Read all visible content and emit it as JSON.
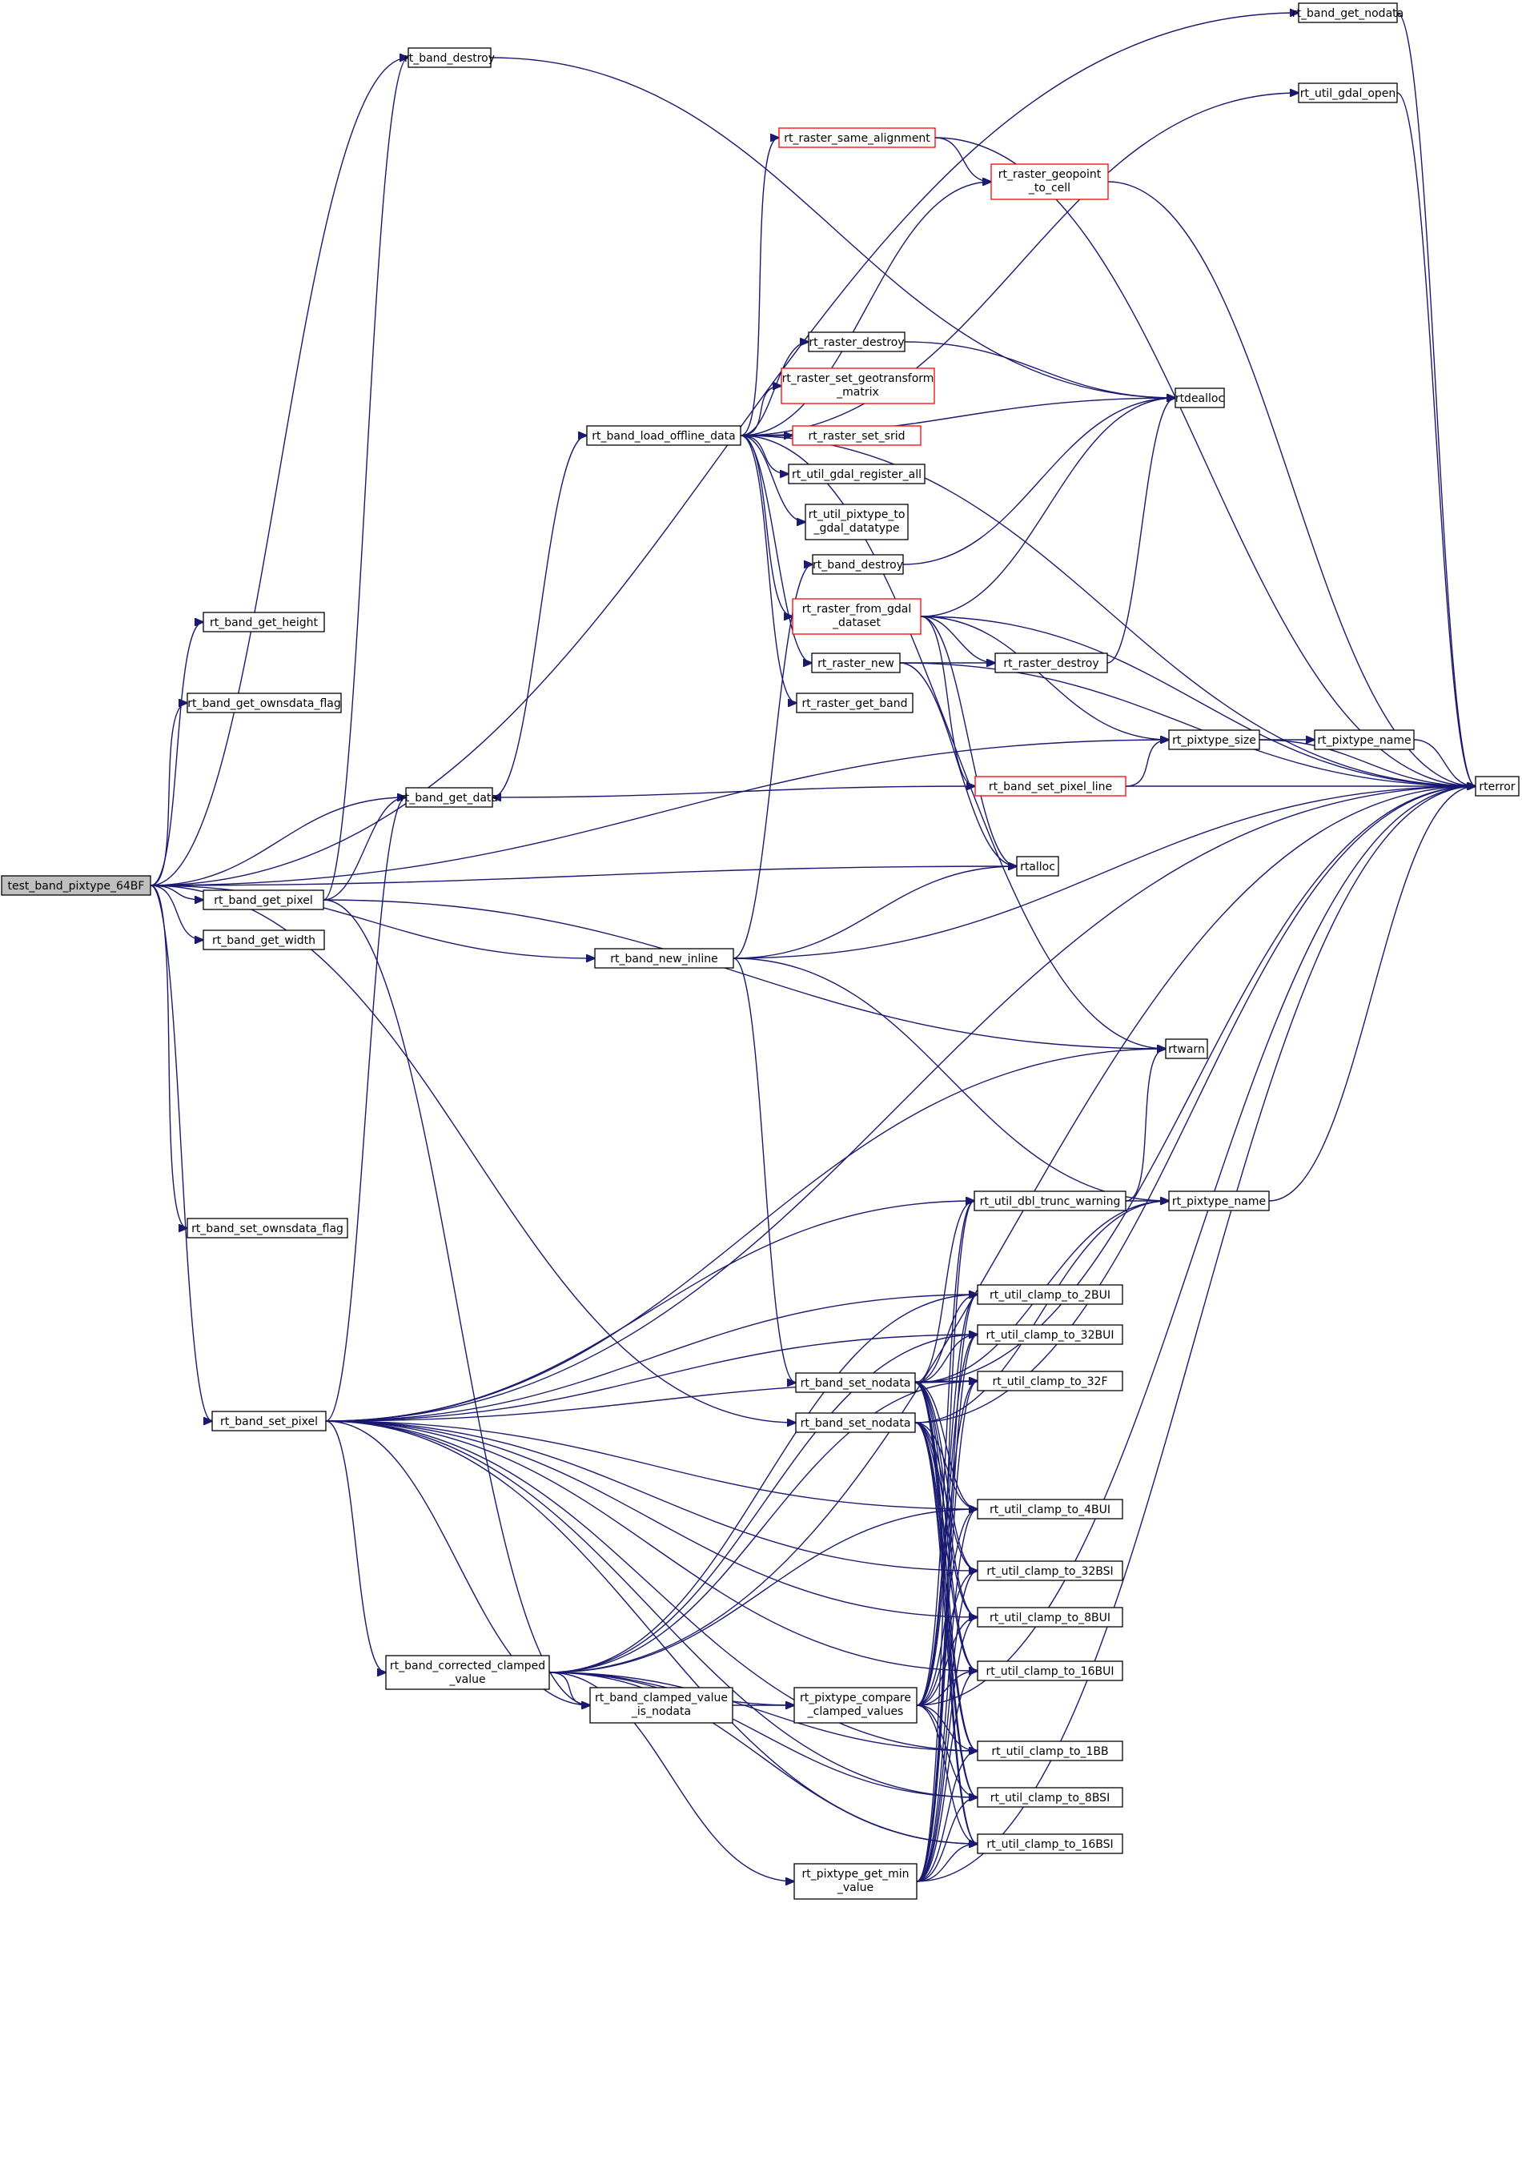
{
  "colors": {
    "edge": "#191970",
    "node_border": "#000000",
    "node_border_incomplete": "#ff0000",
    "root_fill": "#bfbfbf",
    "node_fill": "#ffffff"
  },
  "nodes": [
    {
      "id": "root",
      "lines": [
        "test_band_pixtype_64BF"
      ],
      "style": "root"
    },
    {
      "id": "get_nodata",
      "lines": [
        "rt_band_get_nodata"
      ],
      "style": "normal"
    },
    {
      "id": "destroy_top",
      "lines": [
        "rt_band_destroy"
      ],
      "style": "normal"
    },
    {
      "id": "gdal_open",
      "lines": [
        "rt_util_gdal_open"
      ],
      "style": "normal"
    },
    {
      "id": "same_align",
      "lines": [
        "rt_raster_same_alignment"
      ],
      "style": "incomplete"
    },
    {
      "id": "geopoint",
      "lines": [
        "rt_raster_geopoint",
        "_to_cell"
      ],
      "style": "incomplete"
    },
    {
      "id": "raster_destroy_a",
      "lines": [
        "rt_raster_destroy"
      ],
      "style": "normal"
    },
    {
      "id": "set_geotransform",
      "lines": [
        "rt_raster_set_geotransform",
        "_matrix"
      ],
      "style": "incomplete"
    },
    {
      "id": "rtdealloc",
      "lines": [
        "rtdealloc"
      ],
      "style": "normal"
    },
    {
      "id": "load_offline",
      "lines": [
        "rt_band_load_offline_data"
      ],
      "style": "normal"
    },
    {
      "id": "set_srid",
      "lines": [
        "rt_raster_set_srid"
      ],
      "style": "incomplete"
    },
    {
      "id": "gdal_register",
      "lines": [
        "rt_util_gdal_register_all"
      ],
      "style": "normal"
    },
    {
      "id": "pixtype_gdal",
      "lines": [
        "rt_util_pixtype_to",
        "_gdal_datatype"
      ],
      "style": "normal"
    },
    {
      "id": "get_height",
      "lines": [
        "rt_band_get_height"
      ],
      "style": "normal"
    },
    {
      "id": "destroy_mid",
      "lines": [
        "rt_band_destroy"
      ],
      "style": "normal"
    },
    {
      "id": "from_gdal",
      "lines": [
        "rt_raster_from_gdal",
        "_dataset"
      ],
      "style": "incomplete"
    },
    {
      "id": "raster_new",
      "lines": [
        "rt_raster_new"
      ],
      "style": "normal"
    },
    {
      "id": "raster_destroy_b",
      "lines": [
        "rt_raster_destroy"
      ],
      "style": "normal"
    },
    {
      "id": "get_ownsdata",
      "lines": [
        "rt_band_get_ownsdata_flag"
      ],
      "style": "normal"
    },
    {
      "id": "raster_get_band",
      "lines": [
        "rt_raster_get_band"
      ],
      "style": "normal"
    },
    {
      "id": "pixtype_size",
      "lines": [
        "rt_pixtype_size"
      ],
      "style": "normal"
    },
    {
      "id": "pixtype_name_a",
      "lines": [
        "rt_pixtype_name"
      ],
      "style": "normal"
    },
    {
      "id": "set_pixel_line",
      "lines": [
        "rt_band_set_pixel_line"
      ],
      "style": "incomplete"
    },
    {
      "id": "get_data",
      "lines": [
        "rt_band_get_data"
      ],
      "style": "normal"
    },
    {
      "id": "rterror",
      "lines": [
        "rterror"
      ],
      "style": "normal"
    },
    {
      "id": "rtalloc",
      "lines": [
        "rtalloc"
      ],
      "style": "normal"
    },
    {
      "id": "get_pixel",
      "lines": [
        "rt_band_get_pixel"
      ],
      "style": "normal"
    },
    {
      "id": "get_width",
      "lines": [
        "rt_band_get_width"
      ],
      "style": "normal"
    },
    {
      "id": "new_inline",
      "lines": [
        "rt_band_new_inline"
      ],
      "style": "normal"
    },
    {
      "id": "rtwarn",
      "lines": [
        "rtwarn"
      ],
      "style": "normal"
    },
    {
      "id": "dbl_trunc",
      "lines": [
        "rt_util_dbl_trunc_warning"
      ],
      "style": "normal"
    },
    {
      "id": "pixtype_name_b",
      "lines": [
        "rt_pixtype_name"
      ],
      "style": "normal"
    },
    {
      "id": "set_ownsdata",
      "lines": [
        "rt_band_set_ownsdata_flag"
      ],
      "style": "normal"
    },
    {
      "id": "clamp_2bui",
      "lines": [
        "rt_util_clamp_to_2BUI"
      ],
      "style": "normal"
    },
    {
      "id": "clamp_32bui",
      "lines": [
        "rt_util_clamp_to_32BUI"
      ],
      "style": "normal"
    },
    {
      "id": "set_nodata_a",
      "lines": [
        "rt_band_set_nodata"
      ],
      "style": "normal"
    },
    {
      "id": "clamp_32f",
      "lines": [
        "rt_util_clamp_to_32F"
      ],
      "style": "normal"
    },
    {
      "id": "set_pixel",
      "lines": [
        "rt_band_set_pixel"
      ],
      "style": "normal"
    },
    {
      "id": "set_nodata_b",
      "lines": [
        "rt_band_set_nodata"
      ],
      "style": "normal"
    },
    {
      "id": "clamp_4bui",
      "lines": [
        "rt_util_clamp_to_4BUI"
      ],
      "style": "normal"
    },
    {
      "id": "clamp_32bsi",
      "lines": [
        "rt_util_clamp_to_32BSI"
      ],
      "style": "normal"
    },
    {
      "id": "clamp_8bui",
      "lines": [
        "rt_util_clamp_to_8BUI"
      ],
      "style": "normal"
    },
    {
      "id": "corrected",
      "lines": [
        "rt_band_corrected_clamped",
        "_value"
      ],
      "style": "normal"
    },
    {
      "id": "clamp_16bui",
      "lines": [
        "rt_util_clamp_to_16BUI"
      ],
      "style": "normal"
    },
    {
      "id": "clamped_nodata",
      "lines": [
        "rt_band_clamped_value",
        "_is_nodata"
      ],
      "style": "normal"
    },
    {
      "id": "compare_clamped",
      "lines": [
        "rt_pixtype_compare",
        "_clamped_values"
      ],
      "style": "normal"
    },
    {
      "id": "clamp_1bb",
      "lines": [
        "rt_util_clamp_to_1BB"
      ],
      "style": "normal"
    },
    {
      "id": "clamp_8bsi",
      "lines": [
        "rt_util_clamp_to_8BSI"
      ],
      "style": "normal"
    },
    {
      "id": "clamp_16bsi",
      "lines": [
        "rt_util_clamp_to_16BSI"
      ],
      "style": "normal"
    },
    {
      "id": "get_min",
      "lines": [
        "rt_pixtype_get_min",
        "_value"
      ],
      "style": "normal"
    }
  ],
  "edges": [
    [
      "root",
      "get_nodata"
    ],
    [
      "root",
      "destroy_top"
    ],
    [
      "root",
      "get_height"
    ],
    [
      "root",
      "get_ownsdata"
    ],
    [
      "root",
      "pixtype_size"
    ],
    [
      "root",
      "get_data"
    ],
    [
      "root",
      "rtalloc"
    ],
    [
      "root",
      "get_pixel"
    ],
    [
      "root",
      "get_width"
    ],
    [
      "root",
      "new_inline"
    ],
    [
      "root",
      "set_nodata_b"
    ],
    [
      "root",
      "set_ownsdata"
    ],
    [
      "root",
      "set_pixel"
    ],
    [
      "get_nodata",
      "rterror"
    ],
    [
      "destroy_top",
      "rtdealloc"
    ],
    [
      "gdal_open",
      "rterror"
    ],
    [
      "same_align",
      "rterror"
    ],
    [
      "same_align",
      "geopoint"
    ],
    [
      "geopoint",
      "rterror"
    ],
    [
      "raster_destroy_a",
      "rtdealloc"
    ],
    [
      "load_offline",
      "rterror"
    ],
    [
      "load_offline",
      "gdal_open"
    ],
    [
      "load_offline",
      "same_align"
    ],
    [
      "load_offline",
      "geopoint"
    ],
    [
      "load_offline",
      "rtdealloc"
    ],
    [
      "load_offline",
      "raster_destroy_a"
    ],
    [
      "load_offline",
      "set_geotransform"
    ],
    [
      "load_offline",
      "set_srid"
    ],
    [
      "load_offline",
      "gdal_register"
    ],
    [
      "load_offline",
      "pixtype_gdal"
    ],
    [
      "load_offline",
      "from_gdal"
    ],
    [
      "load_offline",
      "raster_new"
    ],
    [
      "load_offline",
      "raster_get_band"
    ],
    [
      "load_offline",
      "rtwarn"
    ],
    [
      "destroy_mid",
      "rtdealloc"
    ],
    [
      "from_gdal",
      "rtdealloc"
    ],
    [
      "from_gdal",
      "rterror"
    ],
    [
      "from_gdal",
      "raster_destroy_b"
    ],
    [
      "from_gdal",
      "pixtype_size"
    ],
    [
      "from_gdal",
      "set_pixel_line"
    ],
    [
      "from_gdal",
      "rtalloc"
    ],
    [
      "raster_new",
      "raster_destroy_b"
    ],
    [
      "raster_new",
      "rterror"
    ],
    [
      "raster_new",
      "rtalloc"
    ],
    [
      "raster_destroy_b",
      "rtdealloc"
    ],
    [
      "pixtype_size",
      "rterror"
    ],
    [
      "pixtype_size",
      "pixtype_name_a"
    ],
    [
      "pixtype_name_a",
      "rterror"
    ],
    [
      "set_pixel_line",
      "rterror"
    ],
    [
      "set_pixel_line",
      "get_data"
    ],
    [
      "set_pixel_line",
      "pixtype_size"
    ],
    [
      "get_data",
      "load_offline"
    ],
    [
      "get_pixel",
      "destroy_top"
    ],
    [
      "get_pixel",
      "get_data"
    ],
    [
      "get_pixel",
      "rtwarn"
    ],
    [
      "get_pixel",
      "clamped_nodata"
    ],
    [
      "new_inline",
      "destroy_mid"
    ],
    [
      "new_inline",
      "rtalloc"
    ],
    [
      "new_inline",
      "rterror"
    ],
    [
      "new_inline",
      "set_nodata_a"
    ],
    [
      "new_inline",
      "pixtype_name_b"
    ],
    [
      "dbl_trunc",
      "rtwarn"
    ],
    [
      "dbl_trunc",
      "pixtype_name_b"
    ],
    [
      "pixtype_name_b",
      "rterror"
    ],
    [
      "set_nodata_a",
      "rterror"
    ],
    [
      "set_nodata_a",
      "dbl_trunc"
    ],
    [
      "set_nodata_a",
      "pixtype_name_b"
    ],
    [
      "set_nodata_a",
      "clamp_2bui"
    ],
    [
      "set_nodata_a",
      "clamp_32bui"
    ],
    [
      "set_nodata_a",
      "clamp_32f"
    ],
    [
      "set_nodata_a",
      "clamp_4bui"
    ],
    [
      "set_nodata_a",
      "clamp_32bsi"
    ],
    [
      "set_nodata_a",
      "clamp_8bui"
    ],
    [
      "set_nodata_a",
      "clamp_16bui"
    ],
    [
      "set_nodata_a",
      "clamp_1bb"
    ],
    [
      "set_nodata_a",
      "clamp_8bsi"
    ],
    [
      "set_nodata_a",
      "clamp_16bsi"
    ],
    [
      "set_nodata_b",
      "rterror"
    ],
    [
      "set_nodata_b",
      "pixtype_name_b"
    ],
    [
      "set_nodata_b",
      "clamp_4bui"
    ],
    [
      "set_nodata_b",
      "clamp_32bsi"
    ],
    [
      "set_nodata_b",
      "clamp_8bui"
    ],
    [
      "set_nodata_b",
      "clamp_16bui"
    ],
    [
      "set_nodata_b",
      "clamp_1bb"
    ],
    [
      "set_nodata_b",
      "clamp_8bsi"
    ],
    [
      "set_nodata_b",
      "clamp_16bsi"
    ],
    [
      "set_pixel",
      "get_data"
    ],
    [
      "set_pixel",
      "rtwarn"
    ],
    [
      "set_pixel",
      "dbl_trunc"
    ],
    [
      "set_pixel",
      "clamp_2bui"
    ],
    [
      "set_pixel",
      "clamp_32bui"
    ],
    [
      "set_pixel",
      "clamp_32f"
    ],
    [
      "set_pixel",
      "clamp_4bui"
    ],
    [
      "set_pixel",
      "clamp_32bsi"
    ],
    [
      "set_pixel",
      "clamp_8bui"
    ],
    [
      "set_pixel",
      "clamp_16bui"
    ],
    [
      "set_pixel",
      "clamp_1bb"
    ],
    [
      "set_pixel",
      "clamp_8bsi"
    ],
    [
      "set_pixel",
      "clamp_16bsi"
    ],
    [
      "set_pixel",
      "corrected"
    ],
    [
      "set_pixel",
      "clamped_nodata"
    ],
    [
      "set_pixel",
      "rterror"
    ],
    [
      "corrected",
      "clamped_nodata"
    ],
    [
      "corrected",
      "compare_clamped"
    ],
    [
      "corrected",
      "get_min"
    ],
    [
      "corrected",
      "clamp_2bui"
    ],
    [
      "corrected",
      "clamp_32bui"
    ],
    [
      "corrected",
      "clamp_32f"
    ],
    [
      "corrected",
      "clamp_4bui"
    ],
    [
      "corrected",
      "clamp_1bb"
    ],
    [
      "corrected",
      "clamp_8bsi"
    ],
    [
      "corrected",
      "clamp_16bsi"
    ],
    [
      "corrected",
      "rterror"
    ],
    [
      "clamped_nodata",
      "compare_clamped"
    ],
    [
      "compare_clamped",
      "rterror"
    ],
    [
      "compare_clamped",
      "dbl_trunc"
    ],
    [
      "compare_clamped",
      "clamp_2bui"
    ],
    [
      "compare_clamped",
      "clamp_32bui"
    ],
    [
      "compare_clamped",
      "clamp_32f"
    ],
    [
      "compare_clamped",
      "clamp_4bui"
    ],
    [
      "compare_clamped",
      "clamp_32bsi"
    ],
    [
      "compare_clamped",
      "clamp_8bui"
    ],
    [
      "compare_clamped",
      "clamp_16bui"
    ],
    [
      "compare_clamped",
      "clamp_1bb"
    ],
    [
      "compare_clamped",
      "clamp_8bsi"
    ],
    [
      "compare_clamped",
      "clamp_16bsi"
    ],
    [
      "get_min",
      "rterror"
    ],
    [
      "get_min",
      "dbl_trunc"
    ],
    [
      "get_min",
      "clamp_2bui"
    ],
    [
      "get_min",
      "clamp_32bui"
    ],
    [
      "get_min",
      "clamp_32f"
    ],
    [
      "get_min",
      "clamp_4bui"
    ],
    [
      "get_min",
      "clamp_32bsi"
    ],
    [
      "get_min",
      "clamp_8bui"
    ],
    [
      "get_min",
      "clamp_16bui"
    ],
    [
      "get_min",
      "clamp_1bb"
    ],
    [
      "get_min",
      "clamp_8bsi"
    ],
    [
      "get_min",
      "clamp_16bsi"
    ]
  ]
}
